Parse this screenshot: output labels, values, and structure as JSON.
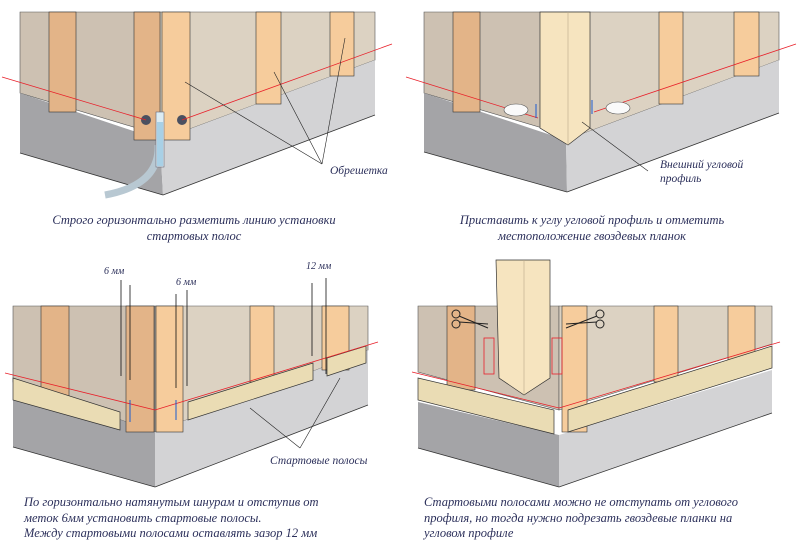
{
  "panels": [
    {
      "caption_line1": "Строго горизонтально разметить линию установки",
      "caption_line2": "стартовых полос",
      "label": "Обрешетка"
    },
    {
      "caption_line1": "Приставить к углу угловой профиль и отметить",
      "caption_line2": "местоположение гвоздевых планок",
      "label_line1": "Внешний угловой",
      "label_line2": "профиль"
    },
    {
      "caption_line1": "По горизонтально натянутым шнурам и отступив от",
      "caption_line2": "меток 6мм установить стартовые полосы.",
      "caption_line3": "Между стартовыми полосами оставлять зазор 12 мм",
      "label": "Стартовые полосы",
      "dim_left": "6 мм",
      "dim_mid": "6 мм",
      "dim_right": "12 мм"
    },
    {
      "caption_line1": "Стартовыми полосами можно не отступать от углового",
      "caption_line2": "профиля, но тогда нужно подрезать гвоздевые планки на",
      "caption_line3": "угловом профиле"
    }
  ],
  "colors": {
    "wall_left": "#cdc1b2",
    "wall_right": "#dcd2c2",
    "batten_left": "#e3b488",
    "batten_right": "#f6cc9c",
    "plinth_left": "#a4a4a7",
    "plinth_right": "#d3d3d5",
    "strip": "#eadcb4",
    "profile": "#f6e4bf",
    "chalk_line": "#e8202a",
    "text": "#2b2f5a"
  }
}
